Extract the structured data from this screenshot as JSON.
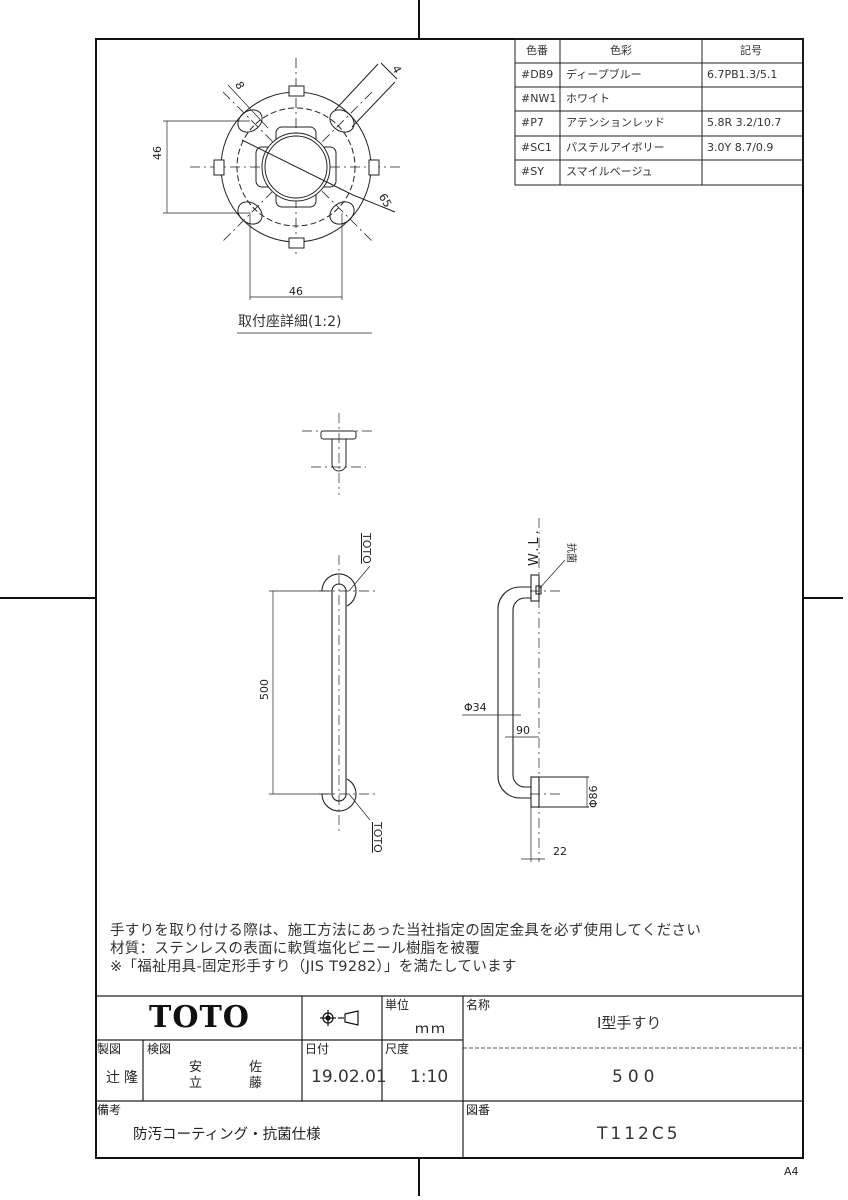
{
  "color_table": {
    "headers": [
      "色番",
      "色彩",
      "記号"
    ],
    "rows": [
      {
        "code": "#DB9",
        "name": "ディープブルー",
        "symbol": "6.7PB1.3/5.1"
      },
      {
        "code": "#NW1",
        "name": "ホワイト",
        "symbol": ""
      },
      {
        "code": "#P7",
        "name": "アテンションレッド",
        "symbol": "5.8R 3.2/10.7"
      },
      {
        "code": "#SC1",
        "name": "パステルアイボリー",
        "symbol": "3.0Y 8.7/0.9"
      },
      {
        "code": "#SY",
        "name": "スマイルベージュ",
        "symbol": ""
      }
    ]
  },
  "detail_view": {
    "title": "取付座詳細(1:2)",
    "dim_vertical": "46",
    "dim_horizontal": "46",
    "dim_hole": "8",
    "dim_slot": "4",
    "dim_diameter": "65"
  },
  "front_view": {
    "dim_length": "500",
    "label_top": "TOTO",
    "label_bottom": "TOTO"
  },
  "side_view": {
    "wall_line": "W.L.",
    "antibacterial": "抗菌",
    "dim_pipe": "Φ34",
    "dim_projection": "90",
    "dim_base": "Φ86",
    "dim_base_depth": "22"
  },
  "notes": [
    "手すりを取り付ける際は、施工方法にあった当社指定の固定金具を必ず使用してください",
    "材質：ステンレスの表面に軟質塩化ビニール樹脂を被覆",
    "※「福祉用具-固定形手すり（JIS T9282）」を満たしています"
  ],
  "title_block": {
    "logo": "TOTO",
    "unit_label": "単位",
    "unit_value": "ｍｍ",
    "name_label": "名称",
    "name_value": "Ⅰ型手すり",
    "size_value": "500",
    "drafter_label": "製図",
    "drafter_value": "辻",
    "drafter_sub": "隆",
    "checker_label": "検図",
    "checker_1": "安",
    "checker_2": "立",
    "checker_3": "佐",
    "checker_4": "藤",
    "date_label": "日付",
    "date_value": "19.02.01",
    "scale_label": "尺度",
    "scale_value": "1:10",
    "remarks_label": "備考",
    "remarks_value": "防汚コーティング・抗菌仕様",
    "drawing_no_label": "図番",
    "drawing_no_value": "T112C5"
  },
  "paper_size": "A4"
}
